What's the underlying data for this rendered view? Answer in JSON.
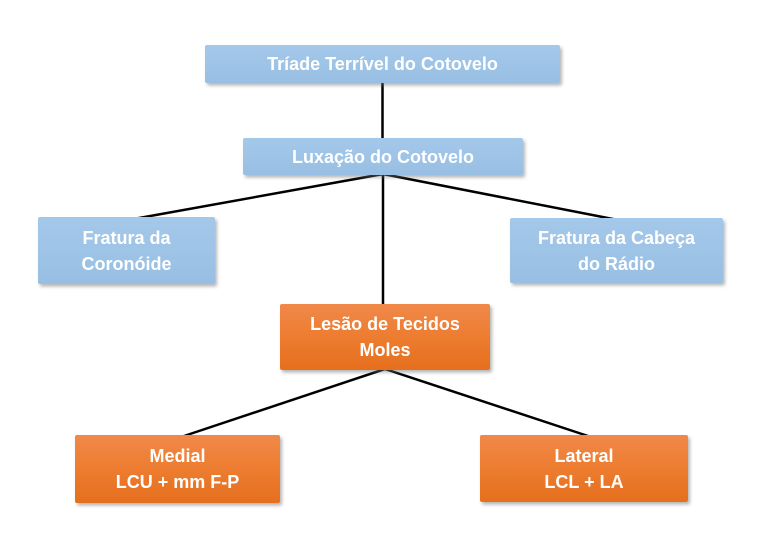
{
  "diagram": {
    "type": "flowchart",
    "background_color": "#ffffff",
    "colors": {
      "blue_node": "#9dc3e6",
      "orange_node": "#ed7d31",
      "connector": "#000000",
      "node_text": "#ffffff"
    },
    "nodes": {
      "triade": {
        "label": "Tríade Terrível do Cotovelo",
        "color": "blue"
      },
      "luxacao": {
        "label": "Luxação do Cotovelo",
        "color": "blue"
      },
      "coronoide": {
        "label": "Fratura da\nCoronóide",
        "color": "blue"
      },
      "radio": {
        "label": "Fratura da Cabeça\ndo Rádio",
        "color": "blue"
      },
      "lesao": {
        "label": "Lesão de Tecidos\nMoles",
        "color": "orange"
      },
      "medial": {
        "label": "Medial\nLCU + mm F-P",
        "color": "orange"
      },
      "lateral": {
        "label": "Lateral\nLCL + LA",
        "color": "orange"
      }
    },
    "edges": [
      {
        "from": "triade",
        "to": "luxacao"
      },
      {
        "from": "luxacao",
        "to": "coronoide"
      },
      {
        "from": "luxacao",
        "to": "lesao"
      },
      {
        "from": "luxacao",
        "to": "radio"
      },
      {
        "from": "lesao",
        "to": "medial"
      },
      {
        "from": "lesao",
        "to": "lateral"
      }
    ]
  }
}
